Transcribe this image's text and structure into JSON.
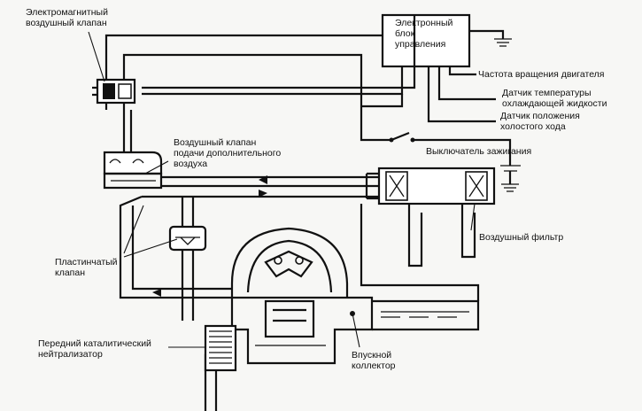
{
  "labels": {
    "air_solenoid": "Электромагнитный\nвоздушный клапан",
    "ecu": "Электронный\nблок\nуправления",
    "engine_speed": "Частота вращения двигателя",
    "coolant_temp": "Датчик температуры\nохлаждающей жидкости",
    "idle_position": "Датчик положения\nхолостого хода",
    "ignition_switch": "Выключатель зажигания",
    "secondary_air_valve": "Воздушный клапан\nподачи дополнительного\nвоздуха",
    "air_filter": "Воздушный фильтр",
    "reed_valve": "Пластинчатый\nклапан",
    "front_catalyst": "Передний каталитический\nнейтрализатор",
    "intake_manifold": "Впускной\nколлектор"
  }
}
